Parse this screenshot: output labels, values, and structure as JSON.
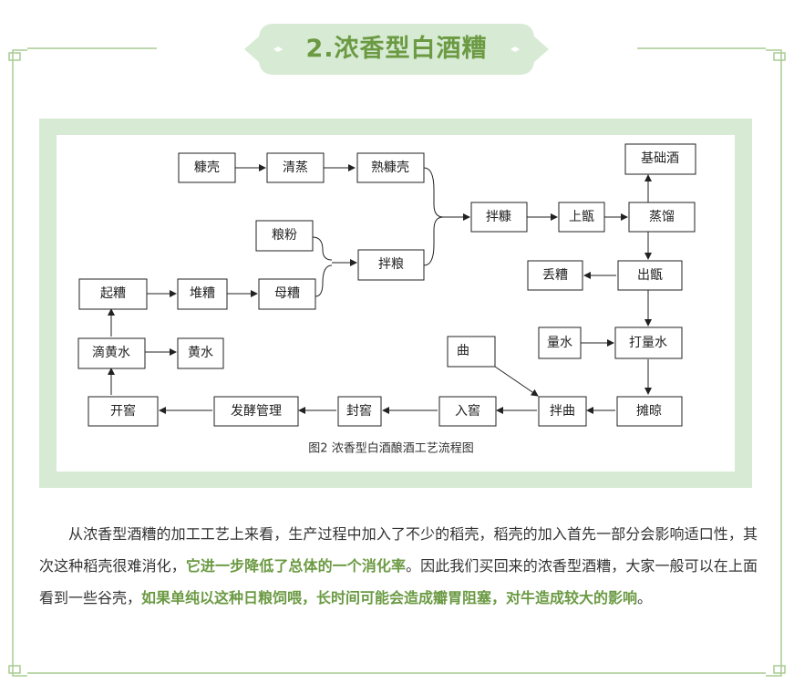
{
  "title": "2.浓香型白酒糟",
  "figure": {
    "caption": "图2  浓香型白酒酿酒工艺流程图",
    "nodes": {
      "kangke": "糠壳",
      "qingzheng": "清蒸",
      "shukangke": "熟糠壳",
      "jichujiu": "基础酒",
      "liangfen": "粮粉",
      "bankang": "拌糠",
      "shangzeng": "上甑",
      "zhengliu": "蒸馏",
      "banliang": "拌粮",
      "qicao": "起糟",
      "duicao": "堆糟",
      "mucao": "母糟",
      "diucao": "丢糟",
      "chuzeng": "出甑",
      "liangshui": "量水",
      "daliangshui": "打量水",
      "dihuangshui": "滴黄水",
      "huangshui": "黄水",
      "qu": "曲",
      "kaijiao": "开窖",
      "fajiaoguanli": "发酵管理",
      "fengjiao": "封窖",
      "rujiao": "入窖",
      "banqu": "拌曲",
      "tanliang": "摊晾"
    }
  },
  "paragraph": {
    "part1": "从浓香型酒糟的加工工艺上来看，生产过程中加入了不少的稻壳，稻壳的加入首先一部分会影响适口性，其次这种稻壳很难消化，",
    "highlight1": "它进一步降低了总体的一个消化率",
    "part2": "。因此我们买回来的浓香型酒糟，大家一般可以在上面看到一些谷壳，",
    "highlight2": "如果单纯以这种日粮饲喂，长时间可能会造成瓣胃阻塞，对牛造成较大的影响",
    "part3": "。"
  },
  "colors": {
    "accent": "#6b9a43",
    "badge": "#d7ebd4",
    "frame": "#a9cc93",
    "panel": "#d7ebd4"
  }
}
